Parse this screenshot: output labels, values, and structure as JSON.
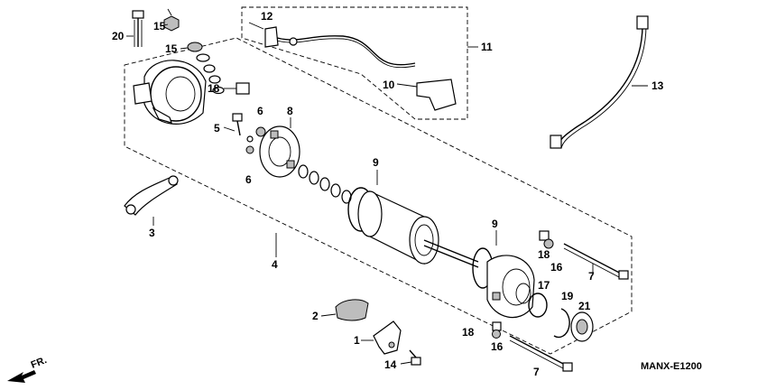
{
  "diagram": {
    "code": "MANX-E1200",
    "front_arrow_text": "FR.",
    "labels": {
      "n1": "1",
      "n2": "2",
      "n3": "3",
      "n4": "4",
      "n5": "5",
      "n6a": "6",
      "n6b": "6",
      "n7a": "7",
      "n7b": "7",
      "n8": "8",
      "n9a": "9",
      "n9b": "9",
      "n10": "10",
      "n11": "11",
      "n12": "12",
      "n13": "13",
      "n14": "14",
      "n15a": "15",
      "n15b": "15",
      "n16a": "16",
      "n16b": "16",
      "n17": "17",
      "n18a": "18",
      "n18b": "18",
      "n18c": "18",
      "n19": "19",
      "n20": "20",
      "n21": "21"
    }
  }
}
